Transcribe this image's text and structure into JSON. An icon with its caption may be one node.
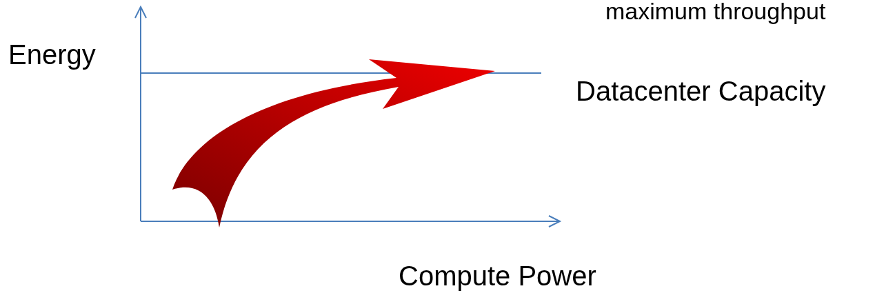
{
  "diagram": {
    "labels": [
      "maximum throughput",
      "Energy",
      "Datacenter Capacity",
      "Compute Power"
    ]
  }
}
